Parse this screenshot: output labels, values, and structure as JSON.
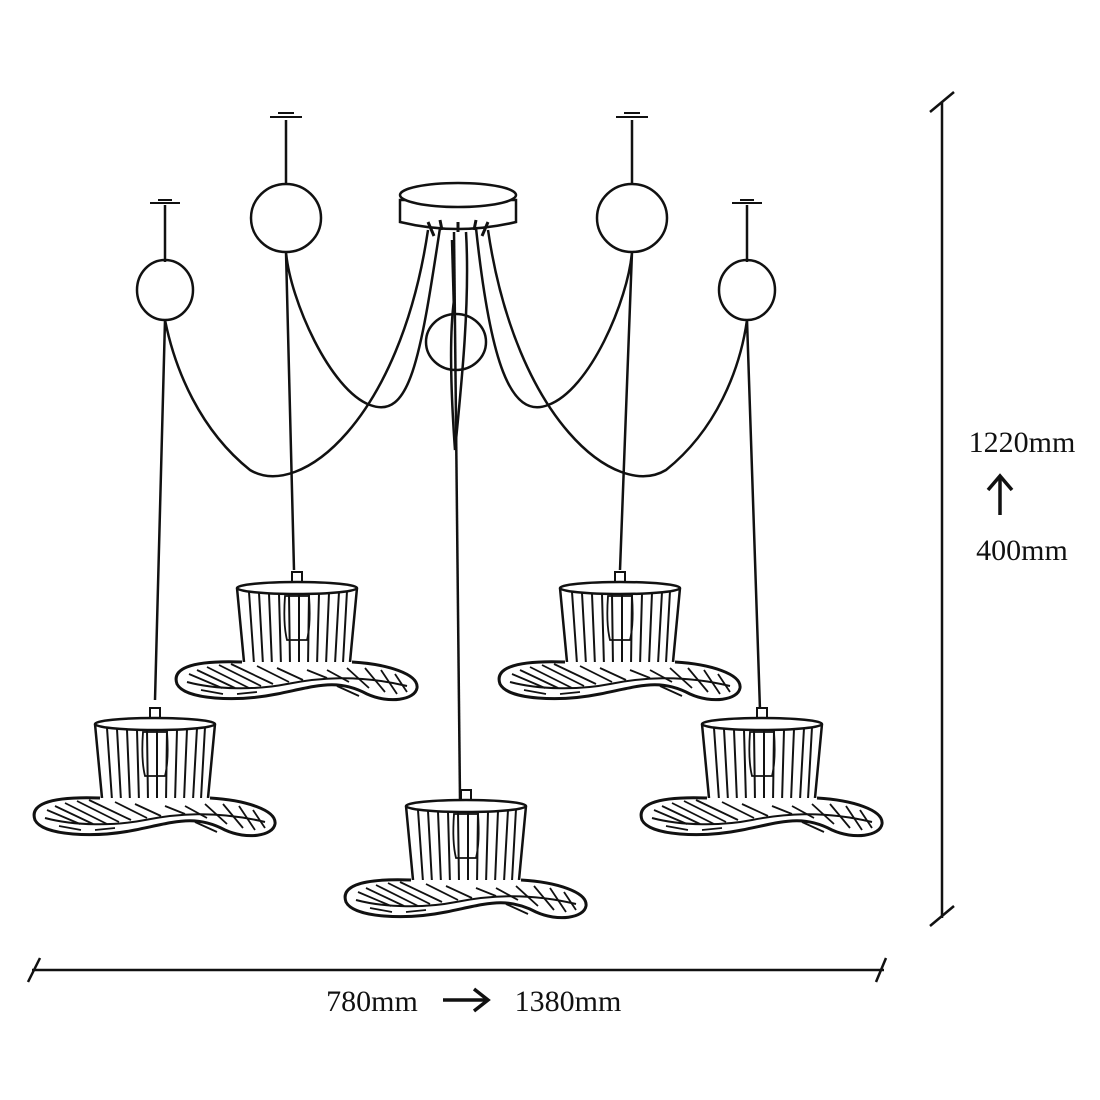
{
  "colors": {
    "line": "#111111",
    "background": "#ffffff"
  },
  "dimensions": {
    "height_max": "1220mm",
    "height_min": "400mm",
    "height_arrow_icon": "arrow-up-icon",
    "width_min": "780mm",
    "width_max": "1380mm",
    "width_arrow_icon": "arrow-right-icon"
  },
  "product": {
    "pendant_count": 5,
    "canopy_cable_count": 5,
    "ceiling_hooks": 4,
    "shade_style": "wire hat shade"
  }
}
